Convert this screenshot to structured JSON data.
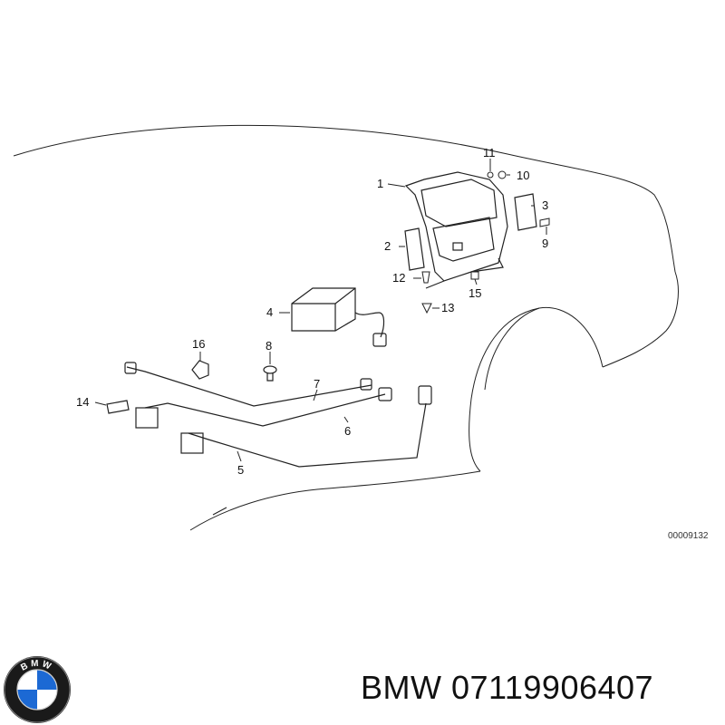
{
  "diagram": {
    "callouts": [
      {
        "id": "1",
        "label": "1"
      },
      {
        "id": "2",
        "label": "2"
      },
      {
        "id": "3",
        "label": "3"
      },
      {
        "id": "4",
        "label": "4"
      },
      {
        "id": "5",
        "label": "5"
      },
      {
        "id": "6",
        "label": "6"
      },
      {
        "id": "7",
        "label": "7"
      },
      {
        "id": "8",
        "label": "8"
      },
      {
        "id": "9",
        "label": "9"
      },
      {
        "id": "10",
        "label": "10"
      },
      {
        "id": "11",
        "label": "11"
      },
      {
        "id": "12",
        "label": "12"
      },
      {
        "id": "13",
        "label": "13"
      },
      {
        "id": "14",
        "label": "14"
      },
      {
        "id": "15",
        "label": "15"
      },
      {
        "id": "16",
        "label": "16"
      }
    ],
    "reference_code": "00009132"
  },
  "logo": {
    "letters": "BMW",
    "colors": {
      "blue": "#1c69d4",
      "white": "#ffffff",
      "ring": "#1a1a1a"
    }
  },
  "caption": {
    "brand": "BMW",
    "part_number": "07119906407"
  }
}
